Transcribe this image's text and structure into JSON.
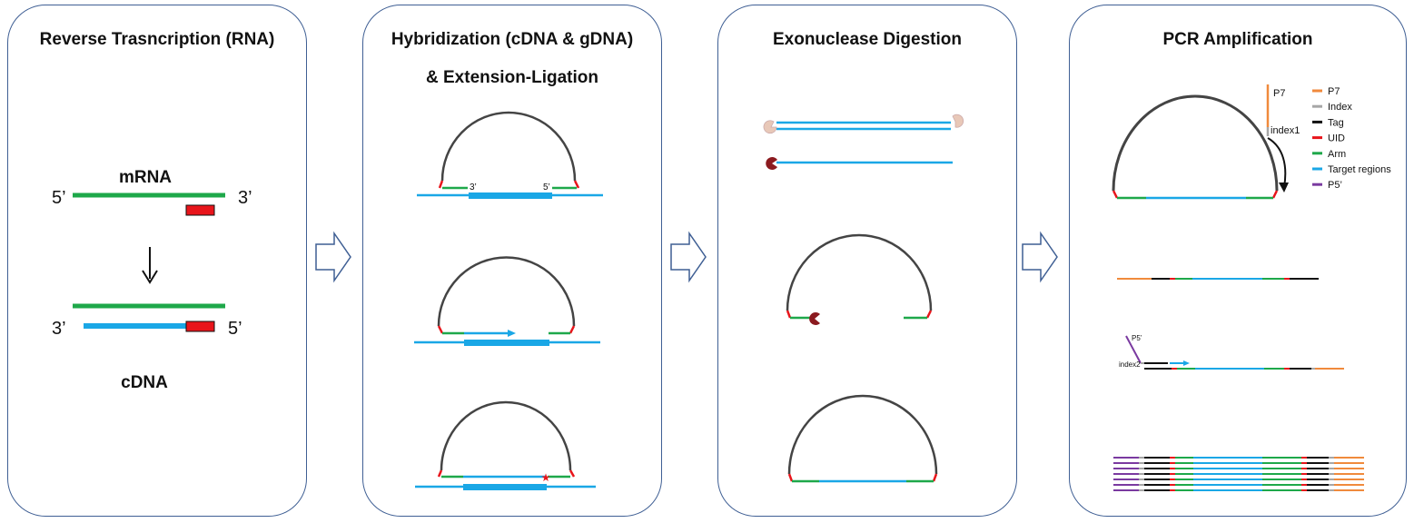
{
  "panels": [
    {
      "title_lines": [
        "Reverse Trasncription (RNA)"
      ]
    },
    {
      "title_lines": [
        "Hybridization (cDNA & gDNA)",
        "& Extension-Ligation"
      ]
    },
    {
      "title_lines": [
        "Exonuclease Digestion"
      ]
    },
    {
      "title_lines": [
        "PCR Amplification"
      ]
    }
  ],
  "rt": {
    "mrna_label": "mRNA",
    "cdna_label": "cDNA",
    "five_prime": "5’",
    "three_prime": "3’"
  },
  "hyb": {
    "three_prime": "3’",
    "five_prime": "5’"
  },
  "pcr": {
    "p7_label": "P7",
    "index1_label": "index1",
    "p5_label": "P5’",
    "index2_label": "index2"
  },
  "legend": [
    {
      "label": "P7",
      "color": "#f08a3c"
    },
    {
      "label": "Index",
      "color": "#a6a6a6"
    },
    {
      "label": "Tag",
      "color": "#111111"
    },
    {
      "label": "UID",
      "color": "#e8151b"
    },
    {
      "label": "Arm",
      "color": "#1ea84a"
    },
    {
      "label": "Target regions",
      "color": "#1aa7e6"
    },
    {
      "label": "P5’",
      "color": "#7a3aa0"
    }
  ],
  "colors": {
    "panel_border": "#3f5f94",
    "green": "#1ea84a",
    "blue": "#1aa7e6",
    "red": "#e8151b",
    "orange": "#f08a3c",
    "purple": "#7a3aa0",
    "gray": "#a6a6a6",
    "probe": "#444444",
    "exo_dark": "#8b1a1f",
    "exo_light": "#e8c8b8"
  }
}
